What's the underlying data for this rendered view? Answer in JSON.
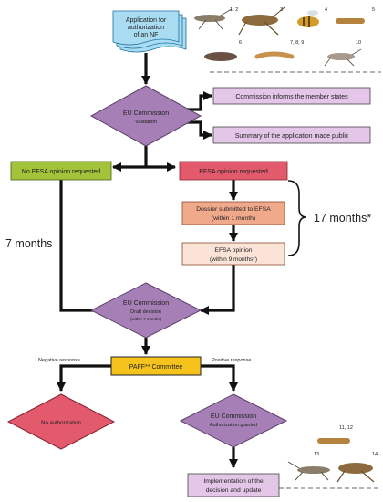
{
  "nodes": {
    "application": {
      "line1": "Application for",
      "line2": "authorization",
      "line3": "of an NF"
    },
    "eu_validation": {
      "title": "EU Commission",
      "sub": "Validation"
    },
    "commission_informs": "Commission informs the member states",
    "summary_public": "Summary of the application made public",
    "no_efsa": "No EFSA opinion requested",
    "efsa_requested": "EFSA opinion requested",
    "dossier": {
      "line1": "Dossier submitted to EFSA",
      "line2": "(within 1 month)"
    },
    "efsa_opinion": {
      "line1": "EFSA opinion",
      "line2": "(within 9 months*)"
    },
    "eu_draft": {
      "title": "EU Commission",
      "sub": "Draft decision",
      "sub2": "(within 7 months)"
    },
    "paff": "PAFF** Committee",
    "no_authorization": "No authorization",
    "eu_granted": {
      "title": "EU Commission",
      "sub": "Authorization granted"
    },
    "implementation": {
      "line1": "Implementation of the",
      "line2": "decision and update"
    }
  },
  "durations": {
    "seven_months": "7 months",
    "seventeen_months": "17 months*"
  },
  "responses": {
    "negative": "Negative response",
    "positive": "Positive response"
  },
  "insect_numbers": {
    "n1": "1, 2",
    "n2": "3",
    "n3": "4",
    "n4": "5",
    "n5": "6",
    "n6": "7, 8, 9",
    "n7": "10",
    "n8": "11, 12",
    "n9": "13",
    "n10": "14"
  },
  "colors": {
    "diamond": "#a57fb5",
    "lavender_box": "#e4c6e8",
    "green": "#a3c43a",
    "red": "#e35a6d",
    "salmon": "#f1a98c",
    "light_salmon": "#fbe3d8",
    "yellow": "#f6c21c",
    "doc_blue": "#a9dcf1"
  }
}
